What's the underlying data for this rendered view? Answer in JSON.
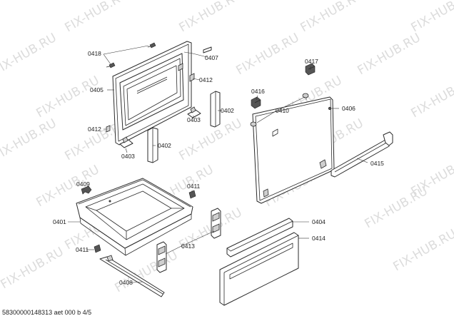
{
  "watermark": "FIX-HUB.RU",
  "footer": "58300000148313 aet 000 b 4/5",
  "labels": {
    "l0418": "0418",
    "l0407": "0407",
    "l0405": "0405",
    "l0412a": "0412",
    "l0412b": "0412",
    "l0402a": "0402",
    "l0402b": "0402",
    "l0403a": "0403",
    "l0403b": "0403",
    "l0417": "0417",
    "l0416": "0416",
    "l0410": "0410",
    "l0406": "0406",
    "l0415": "0415",
    "l0409": "0409",
    "l0411a": "0411",
    "l0411b": "0411",
    "l0401": "0401",
    "l0413": "0413",
    "l0408": "0408",
    "l0404": "0404",
    "l0414": "0414"
  }
}
